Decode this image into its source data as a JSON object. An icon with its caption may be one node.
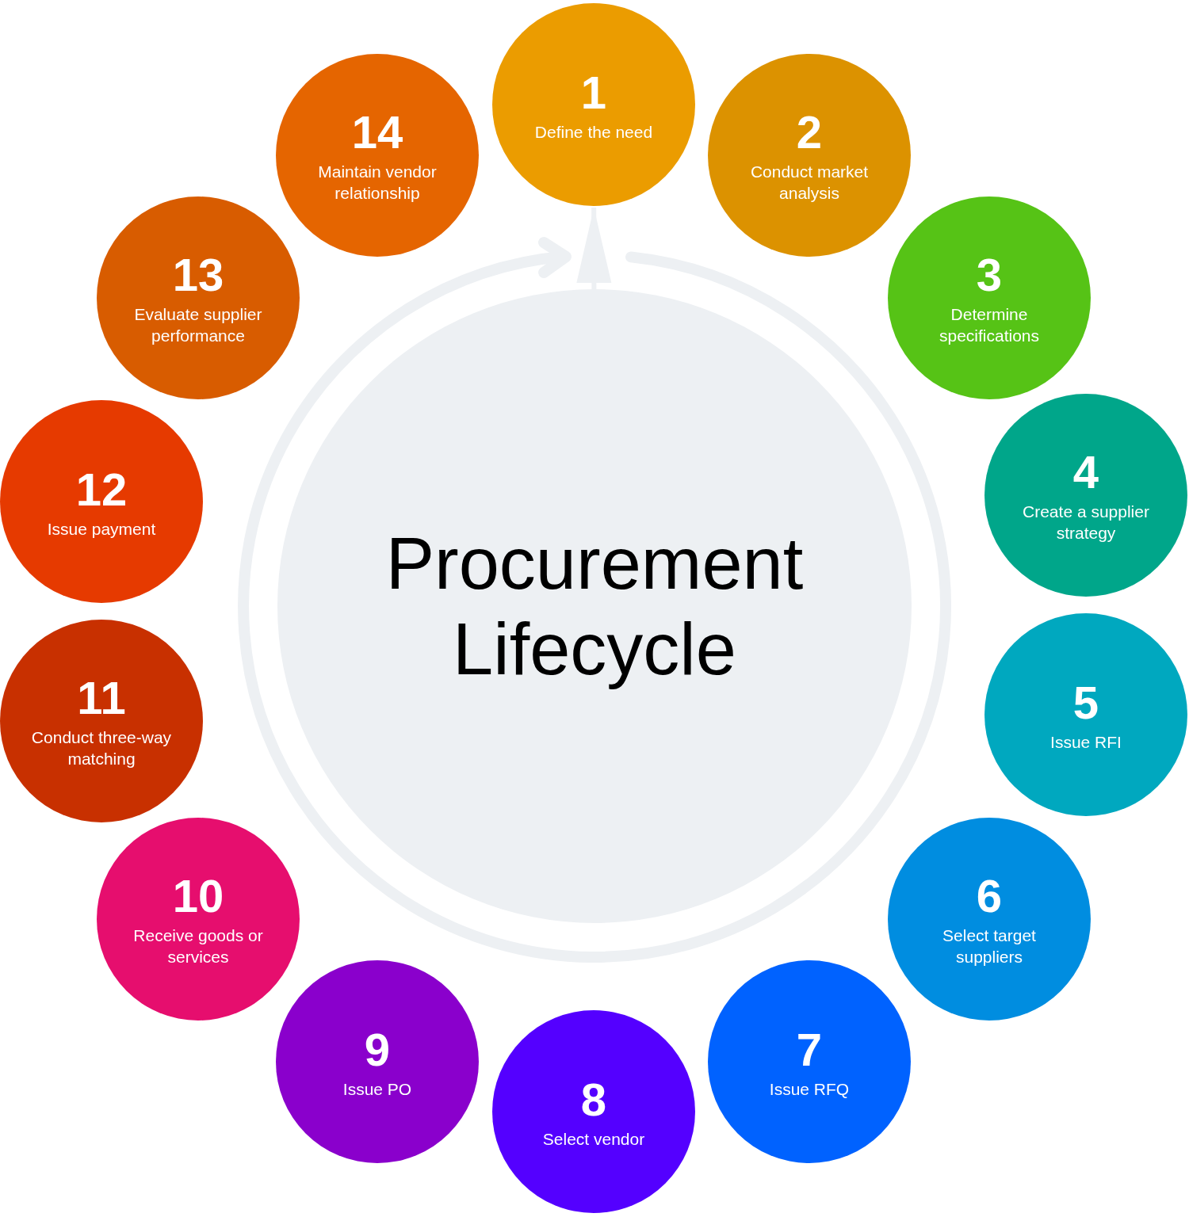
{
  "diagram": {
    "nodes": [
      {
        "text": [
          "1",
          "Define the need"
        ]
      },
      {
        "text": [
          "2",
          "Conduct market analysis"
        ]
      },
      {
        "text": [
          "3",
          "Determine specifications"
        ]
      },
      {
        "text": [
          "4",
          "Create a supplier strategy"
        ]
      },
      {
        "text": [
          "5",
          "Issue RFI"
        ]
      },
      {
        "text": [
          "6",
          "Select target suppliers"
        ]
      },
      {
        "text": [
          "7",
          "Issue RFQ"
        ]
      },
      {
        "text": [
          "8",
          "Select vendor"
        ]
      },
      {
        "text": [
          "9",
          "Issue PO"
        ]
      },
      {
        "text": [
          "10",
          "Receive goods or services"
        ]
      },
      {
        "text": [
          "11",
          "Conduct three-way matching"
        ]
      },
      {
        "text": [
          "12",
          "Issue payment"
        ]
      },
      {
        "text": [
          "13",
          "Evaluate supplier performance"
        ]
      },
      {
        "text": [
          "14",
          "Maintain vendor relationship"
        ]
      },
      {
        "text": [
          "Procurement Lifecycle"
        ]
      }
    ],
    "edges": [
      {
        "from": 14,
        "to": 0,
        "arrow": "to"
      }
    ]
  }
}
